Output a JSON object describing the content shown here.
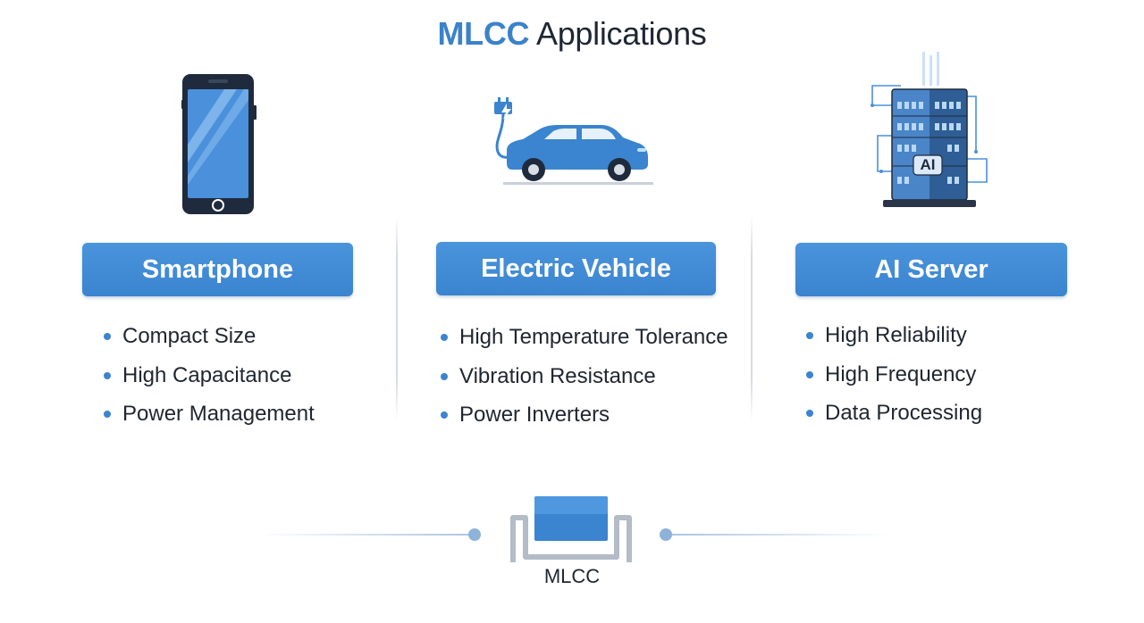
{
  "title": {
    "accent": "MLCC",
    "rest": " Applications"
  },
  "columns": [
    {
      "label": "Smartphone",
      "bullets": [
        "Compact Size",
        "High Capacitance",
        "Power Management"
      ]
    },
    {
      "label": "Electric Vehicle",
      "bullets": [
        "High Temperature Tolerance",
        "Vibration Resistance",
        "Power Inverters"
      ]
    },
    {
      "label": "AI Server",
      "server_badge": "AI",
      "bullets": [
        "High Reliability",
        "High Frequency",
        "Data Processing"
      ]
    }
  ],
  "component": {
    "label": "MLCC"
  },
  "colors": {
    "accent": "#3b84cf",
    "label_bg": "#4090d8",
    "dark": "#1e2a3a",
    "divider": "#d6dce4"
  }
}
